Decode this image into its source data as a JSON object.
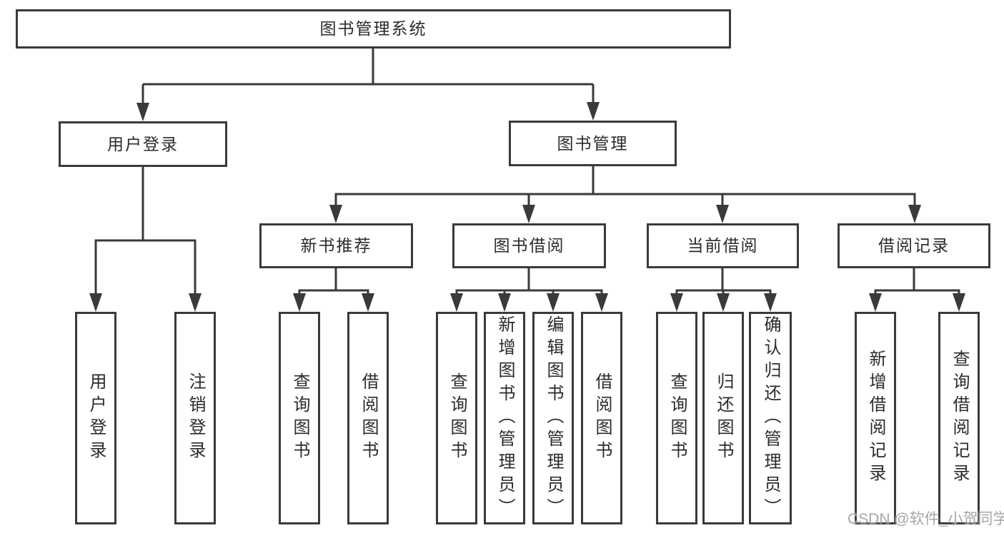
{
  "tree": {
    "label": "图书管理系统",
    "children": [
      {
        "label": "用户登录",
        "children": [
          {
            "label": "用户登录"
          },
          {
            "label": "注销登录"
          }
        ]
      },
      {
        "label": "图书管理",
        "children": [
          {
            "label": "新书推荐",
            "children": [
              {
                "label": "查询图书"
              },
              {
                "label": "借阅图书"
              }
            ]
          },
          {
            "label": "图书借阅",
            "children": [
              {
                "label": "查询图书"
              },
              {
                "label": "新增图书（管理员）"
              },
              {
                "label": "编辑图书（管理员）"
              },
              {
                "label": "借阅图书"
              }
            ]
          },
          {
            "label": "当前借阅",
            "children": [
              {
                "label": "查询图书"
              },
              {
                "label": "归还图书"
              },
              {
                "label": "确认归还（管理员）"
              }
            ]
          },
          {
            "label": "借阅记录",
            "children": [
              {
                "label": "新增借阅记录"
              },
              {
                "label": "查询借阅记录"
              }
            ]
          }
        ]
      }
    ]
  },
  "watermark": {
    "text": "CSDN @软件_小贺同学"
  },
  "colors": {
    "line": "#3a3a3a",
    "text": "#2b2b2b",
    "background": "#ffffff",
    "watermark": "#9e9e9e"
  }
}
